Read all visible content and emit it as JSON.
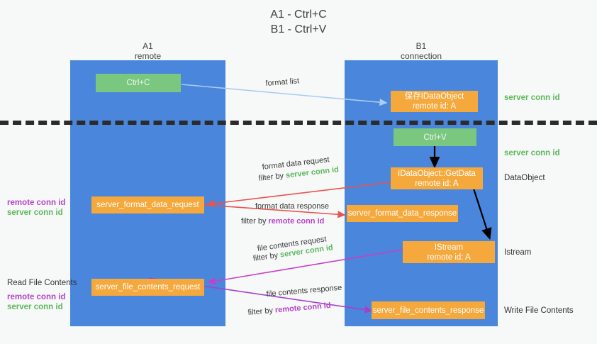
{
  "title": {
    "line1": "A1 - Ctrl+C",
    "line2": "B1 - Ctrl+V"
  },
  "columns": [
    {
      "name": "A1",
      "sub": "remote"
    },
    {
      "name": "B1",
      "sub": "connection"
    }
  ],
  "boxes": {
    "ctrl_c": "Ctrl+C",
    "ctrl_v": "Ctrl+V",
    "save_dataobject_l1": "保存IDataObject",
    "save_dataobject_l2": "remote id: A",
    "getdata_l1": "IDataObject::GetData",
    "getdata_l2": "remote id: A",
    "istream_l1": "IStream",
    "istream_l2": "remote id: A",
    "format_data_request": "server_format_data_request",
    "format_data_response": "server_format_data_response",
    "file_contents_request": "server_file_contents_request",
    "file_contents_response": "server_file_contents_response"
  },
  "right_labels": {
    "server_conn_id_top": "server conn id",
    "server_conn_id_mid": "server conn id",
    "dataobject": "DataObject",
    "istream": "Istream",
    "write_file_contents": "Write File Contents"
  },
  "left_labels": {
    "remote_conn_id_1": "remote conn id",
    "server_conn_id_1": "server conn id",
    "read_file_contents": "Read File Contents",
    "remote_conn_id_2": "remote conn id",
    "server_conn_id_2": "server conn id"
  },
  "edges": {
    "format_list": "format list",
    "format_data_request": "format data request",
    "filter_by_1": "filter by ",
    "filter_by_1_val": "server conn id",
    "format_data_response": "format data response",
    "filter_by_2": "filter by ",
    "filter_by_2_val": "remote conn id",
    "file_contents_request": "file contents request",
    "filter_by_3": "filter by ",
    "filter_by_3_val": "server conn id",
    "file_contents_response": "file contents response",
    "filter_by_4": "filter by ",
    "filter_by_4_val": "remote conn id"
  },
  "colors": {
    "lane": "#4a86db",
    "green_box": "#7ac87f",
    "orange_box": "#f5a83c",
    "green_text": "#5cb85c",
    "purple_text": "#b545c8",
    "arrow_lightblue": "#a9cdf0",
    "arrow_red": "#e8544f",
    "arrow_magenta": "#c93fc9",
    "arrow_purple": "#a63fd0",
    "arrow_black": "#000000",
    "background": "#f7f8f8"
  }
}
